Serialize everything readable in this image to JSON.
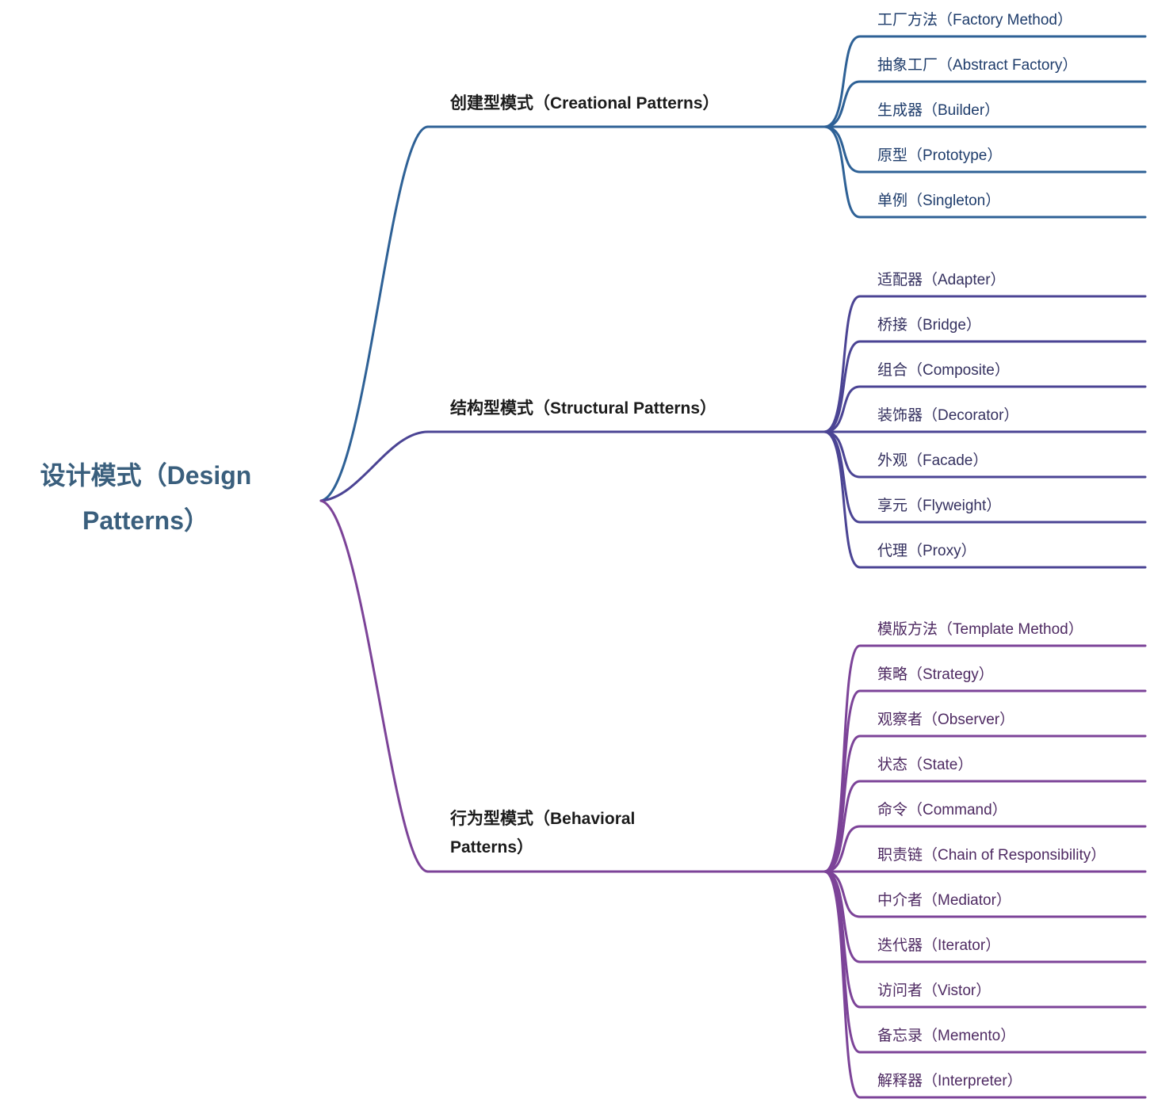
{
  "app": {
    "type": "mindmap",
    "background": "#ffffff"
  },
  "root": {
    "label": "设计模式（Design Patterns）",
    "color": "#3a5f7d"
  },
  "branches": [
    {
      "label": "创建型模式（Creational Patterns）",
      "label_color": "#1b1b1b",
      "line_color": "#2e6196",
      "text_color": "#1e3c6b",
      "children": [
        "工厂方法（Factory Method）",
        "抽象工厂（Abstract Factory）",
        "生成器（Builder）",
        "原型（Prototype）",
        "单例（Singleton）"
      ]
    },
    {
      "label": "结构型模式（Structural Patterns）",
      "label_color": "#1b1b1b",
      "line_color": "#4b4494",
      "text_color": "#34305f",
      "children": [
        "适配器（Adapter）",
        "桥接（Bridge）",
        "组合（Composite）",
        "装饰器（Decorator）",
        "外观（Facade）",
        "享元（Flyweight）",
        "代理（Proxy）"
      ]
    },
    {
      "label": "行为型模式（Behavioral Patterns）",
      "label_color": "#1b1b1b",
      "line_color": "#7c4398",
      "text_color": "#4e2a62",
      "children": [
        "模版方法（Template Method）",
        "策略（Strategy）",
        "观察者（Observer）",
        "状态（State）",
        "命令（Command）",
        "职责链（Chain of Responsibility）",
        "中介者（Mediator）",
        "迭代器（Iterator）",
        "访问者（Vistor）",
        "备忘录（Memento）",
        "解释器（Interpreter）"
      ]
    }
  ]
}
